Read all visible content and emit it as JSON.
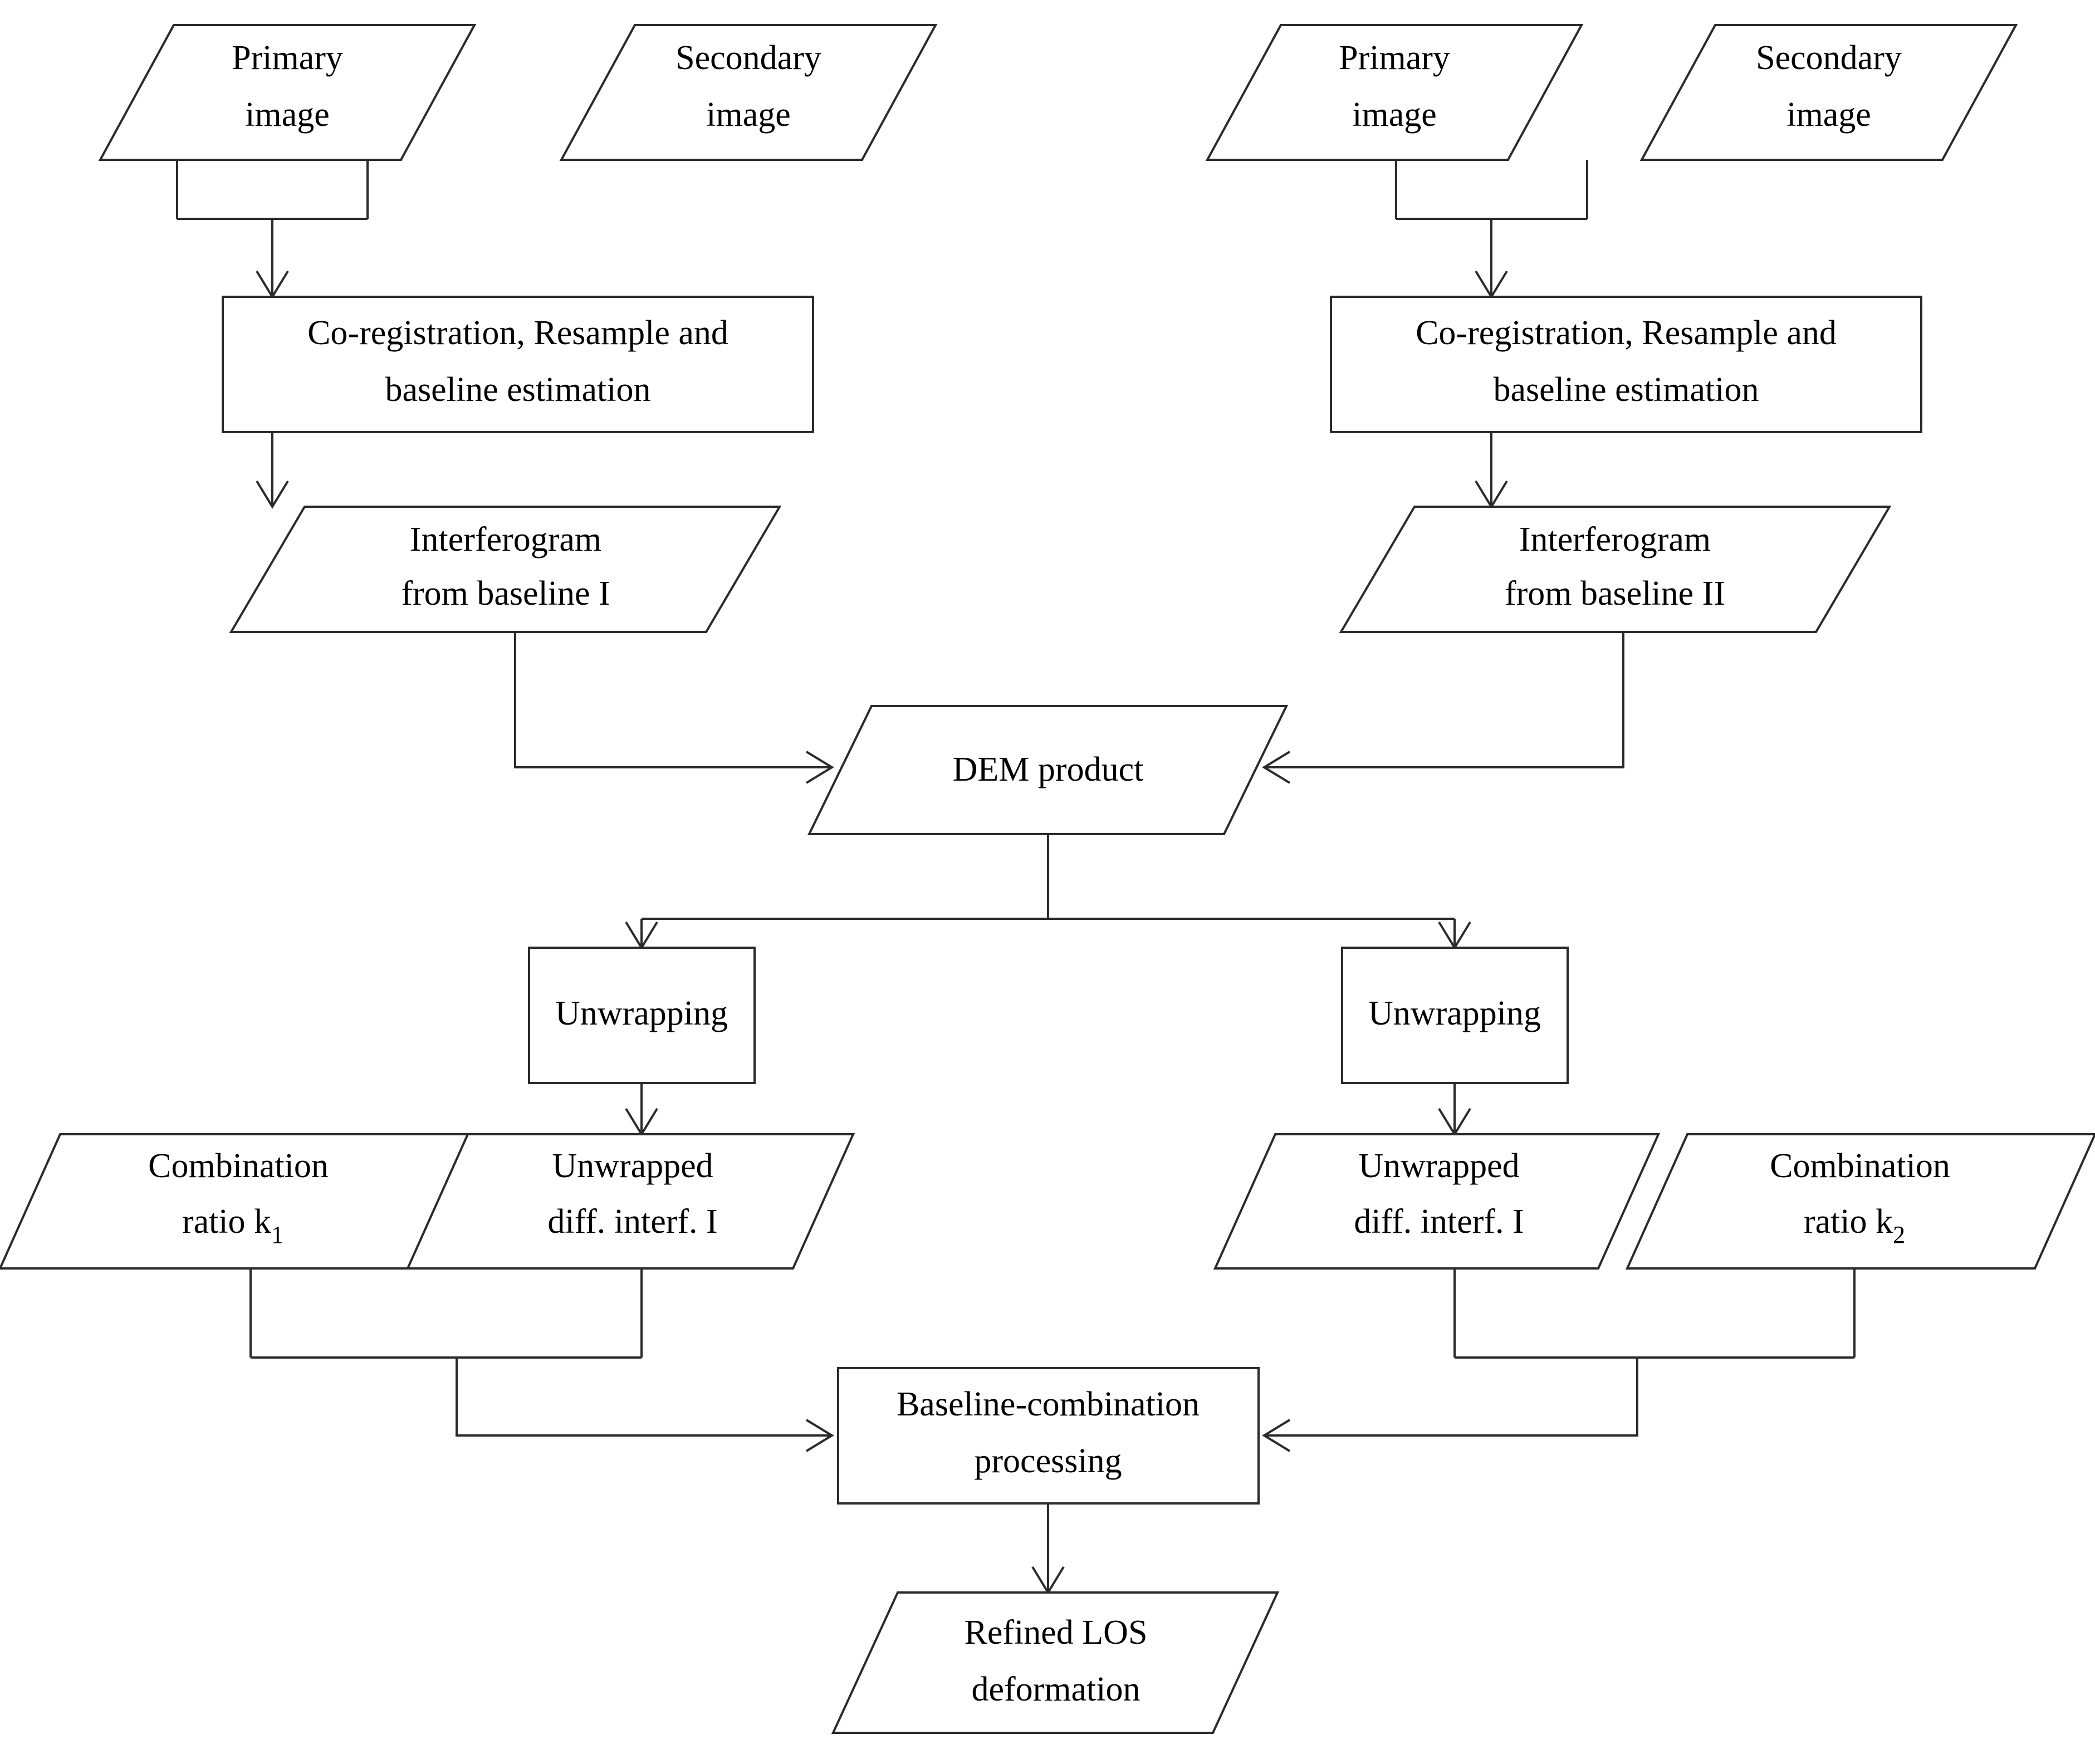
{
  "diagram": {
    "title": "InSAR baseline-combination processing flowchart",
    "line_color": "#2b2b2b",
    "fill_color": "#ffffff",
    "nodes": {
      "left_primary_image": {
        "line1": "Primary",
        "line2": "image"
      },
      "left_secondary_image": {
        "line1": "Secondary",
        "line2": "image"
      },
      "left_coregistration": {
        "line1": "Co-registration, Resample and",
        "line2": "baseline estimation"
      },
      "left_interferogram": {
        "line1": "Interferogram",
        "line2": "from baseline I"
      },
      "right_primary_image": {
        "line1": "Primary",
        "line2": "image"
      },
      "right_secondary_image": {
        "line1": "Secondary",
        "line2": "image"
      },
      "right_coregistration": {
        "line1": "Co-registration, Resample and",
        "line2": "baseline estimation"
      },
      "right_interferogram": {
        "line1": "Interferogram",
        "line2": "from baseline II"
      },
      "dem_product": {
        "line1": "DEM product"
      },
      "left_unwrapping": {
        "line1": "Unwrapping"
      },
      "right_unwrapping": {
        "line1": "Unwrapping"
      },
      "combination_ratio_k1": {
        "line1": "Combination",
        "line2": "ratio k",
        "sub2": "1"
      },
      "left_unwrapped_interf": {
        "line1": "Unwrapped",
        "line2": "diff. interf. I"
      },
      "right_unwrapped_interf": {
        "line1": "Unwrapped",
        "line2": "diff. interf. I"
      },
      "combination_ratio_k2": {
        "line1": "Combination",
        "line2": "ratio k",
        "sub2": "2"
      },
      "baseline_combination": {
        "line1": "Baseline-combination",
        "line2": "processing"
      },
      "refined_los": {
        "line1": "Refined LOS",
        "line2": "deformation"
      }
    }
  }
}
